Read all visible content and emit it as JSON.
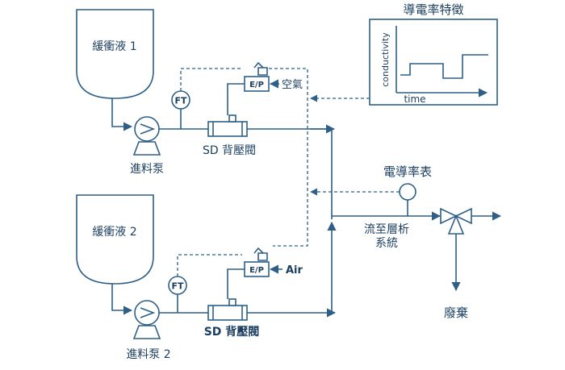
{
  "tank1": {
    "label": "緩衝液 1"
  },
  "tank2": {
    "label": "緩衝液 2"
  },
  "pump1": {
    "label": "進料泵"
  },
  "pump2": {
    "label": "進料泵 2"
  },
  "ft_label": "FT",
  "ep_label": "E/P",
  "valve1": {
    "label": "SD 背壓閥"
  },
  "valve2": {
    "label": "SD 背壓閥"
  },
  "air1": "空氣",
  "air2": "Air",
  "chart": {
    "title": "導電率特徵",
    "ylabel": "conductivity",
    "xlabel": "time"
  },
  "meter": {
    "label": "電導率表"
  },
  "column": {
    "line1": "流至層析",
    "line2": "系統"
  },
  "waste": {
    "label": "廢棄"
  },
  "colors": {
    "line": "#2f5f86",
    "text": "#1b3d5e"
  }
}
